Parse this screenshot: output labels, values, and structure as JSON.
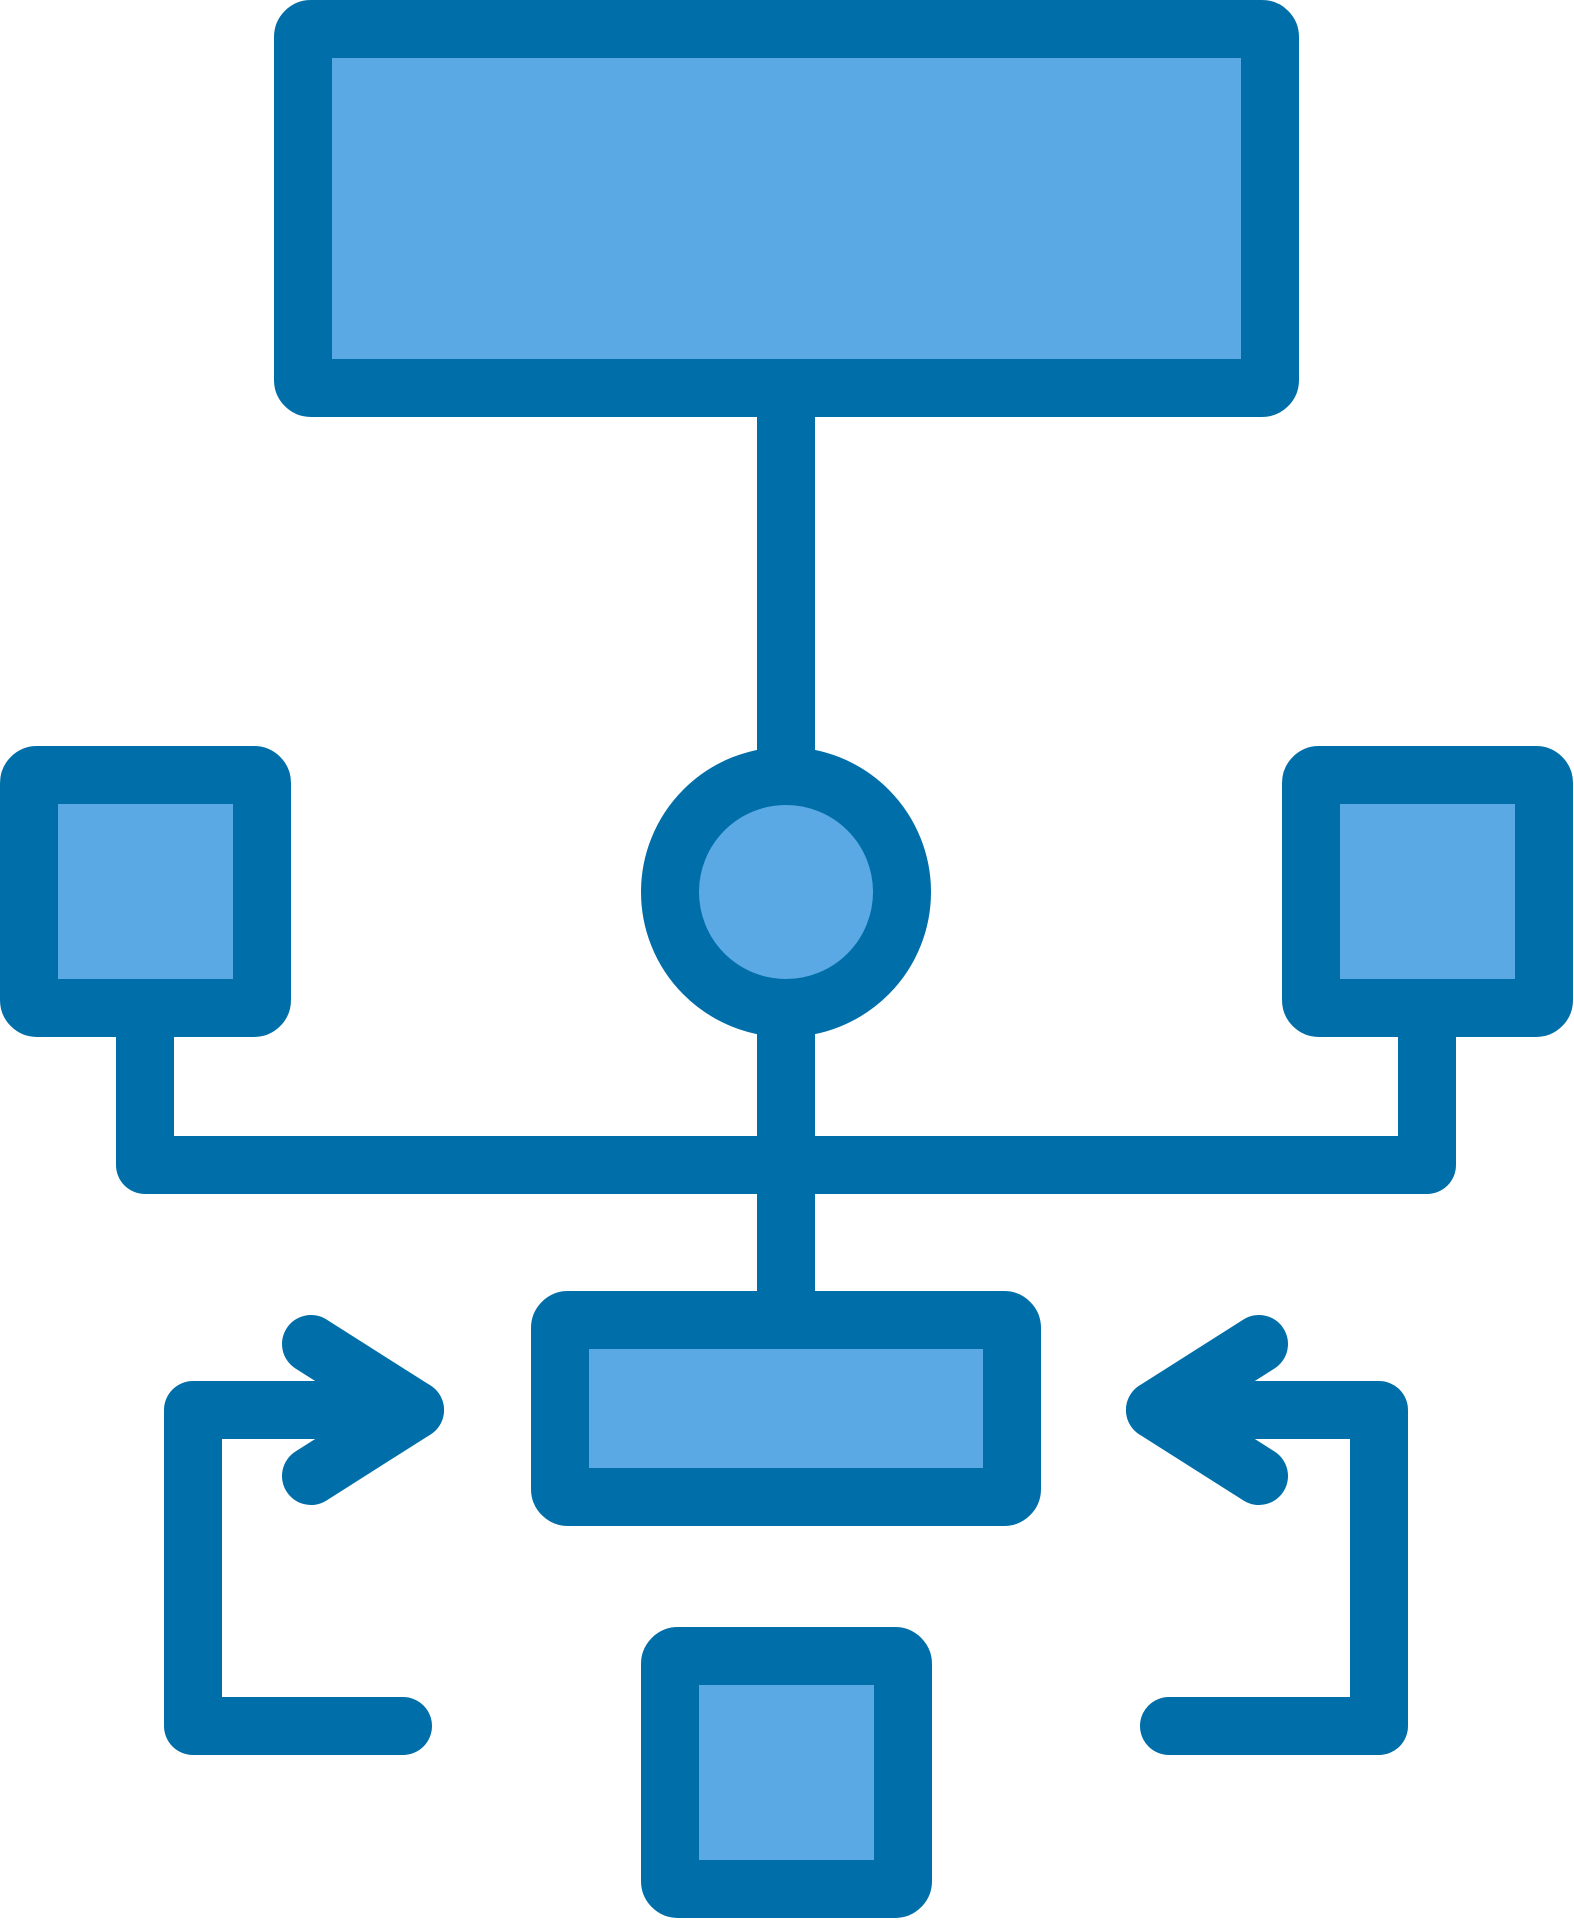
{
  "icon": {
    "name": "flowchart-icon",
    "colors": {
      "outline": "#006FA9",
      "fill": "#5AA9E5",
      "background": "#FFFFFF"
    },
    "nodes": [
      "top-process-box",
      "left-box",
      "decision-circle",
      "right-box",
      "middle-process-box",
      "bottom-box"
    ],
    "connectors": [
      "top-to-circle-line",
      "circle-to-hub-line",
      "left-box-branch",
      "right-box-branch",
      "hub-to-middle-line"
    ],
    "arrows": [
      "left-return-arrow",
      "right-return-arrow"
    ]
  }
}
